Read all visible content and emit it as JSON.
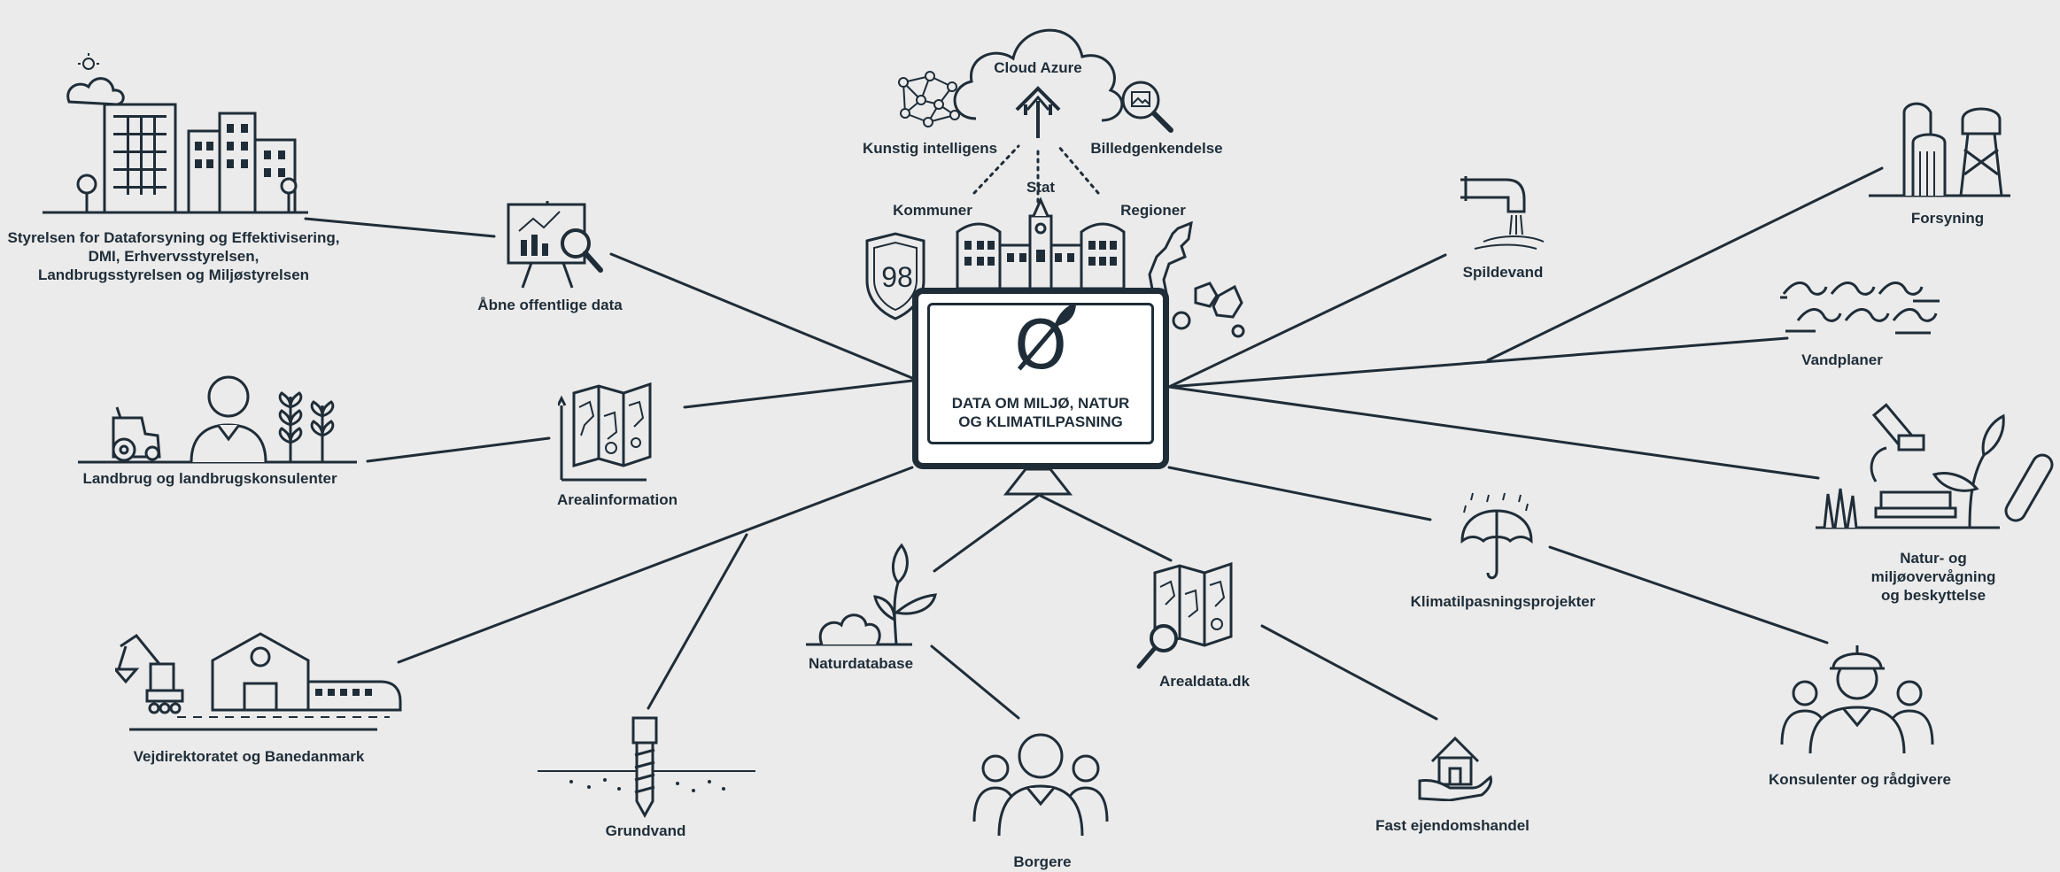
{
  "center": {
    "title": "DATA OM MILJØ, NATUR\nOG KLIMATILPASNING",
    "logo_glyph": "Ø"
  },
  "cloud": {
    "label": "Cloud Azure",
    "ai_label": "Kunstig intelligens",
    "image_label": "Billedgenkendelse"
  },
  "sources": {
    "kommuner": "Kommuner",
    "stat": "Stat",
    "regioner": "Regioner",
    "badge_number": "98"
  },
  "nodes": {
    "styrelsen": "Styrelsen for Dataforsyning og Effektivisering,\nDMI, Erhvervsstyrelsen,\nLandbrugsstyrelsen og Miljøstyrelsen",
    "aabne_data": "Åbne offentlige data",
    "landbrug": "Landbrug og landbrugskonsulenter",
    "arealinformation": "Arealinformation",
    "vejdirektoratet": "Vejdirektoratet og Banedanmark",
    "grundvand": "Grundvand",
    "naturdatabase": "Naturdatabase",
    "borgere": "Borgere",
    "arealdata": "Arealdata.dk",
    "fast_ejendom": "Fast ejendomshandel",
    "klimatilpasning": "Klimatilpasningsprojekter",
    "konsulenter": "Konsulenter og rådgivere",
    "natur_miljoe": "Natur- og miljøovervågning\nog beskyttelse",
    "vandplaner": "Vandplaner",
    "spildevand": "Spildevand",
    "forsyning": "Forsyning"
  },
  "colors": {
    "background": "#ebebeb",
    "ink": "#1f2d38",
    "screen": "#ffffff"
  }
}
